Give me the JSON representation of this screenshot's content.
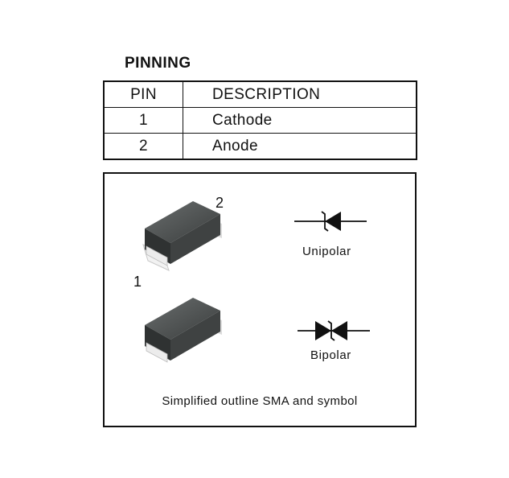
{
  "pinning": {
    "title": "PINNING",
    "headers": [
      "PIN",
      "DESCRIPTION"
    ],
    "rows": [
      {
        "pin": "1",
        "description": "Cathode"
      },
      {
        "pin": "2",
        "description": "Anode"
      }
    ]
  },
  "figure": {
    "pin_label_top": "2",
    "pin_label_bottom": "1",
    "unipolar_label": "Unipolar",
    "bipolar_label": "Bipolar",
    "caption": "Simplified outline SMA and symbol"
  }
}
